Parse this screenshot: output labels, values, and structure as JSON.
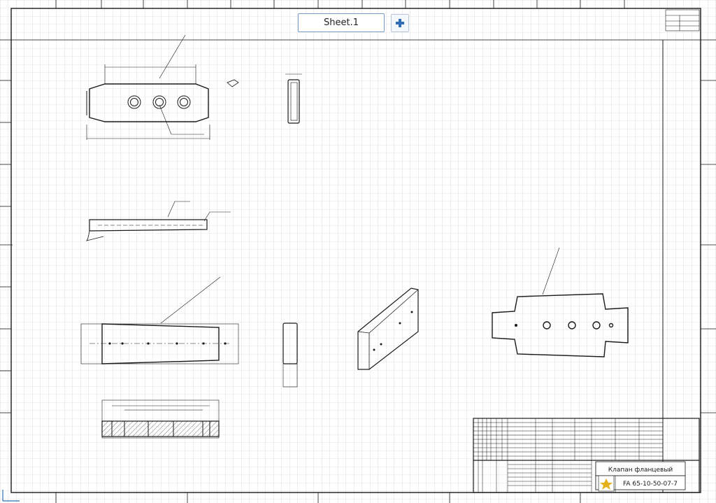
{
  "sheet_tab": {
    "label": "Sheet.1"
  },
  "add_sheet": {
    "icon": "plus-icon",
    "color": "#2f6db5"
  },
  "title_block": {
    "part_name": "Клапан фланцевый",
    "part_number": "FA 65-10-50-07-7"
  },
  "colors": {
    "grid": "#c9c9c9",
    "ink": "#1a1a1a",
    "accent": "#2f6db5"
  }
}
